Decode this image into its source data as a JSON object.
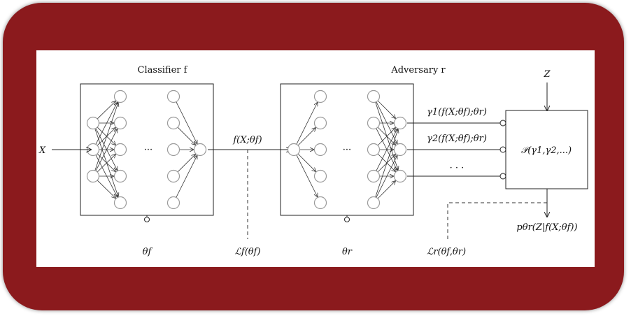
{
  "diagram": {
    "classifier_title": "Classifier f",
    "adversary_title": "Adversary r",
    "input_label": "X",
    "z_label": "Z",
    "classifier_output": "f(X;θf)",
    "theta_f": "θf",
    "theta_r": "θr",
    "loss_f": "ℒf(θf)",
    "loss_r": "ℒr(θf,θr)",
    "gamma1": "γ1(f(X;θf);θr)",
    "gamma2": "γ2(f(X;θf);θr)",
    "ellipsis_outputs": "· · ·",
    "ellipsis_hidden": "···",
    "prior_box": "𝒫(γ1,γ2,...)",
    "posterior": "pθr(Z|f(X;θf))"
  },
  "colors": {
    "frame": "#8b1a1d",
    "node_stroke": "#9a9a9a"
  }
}
